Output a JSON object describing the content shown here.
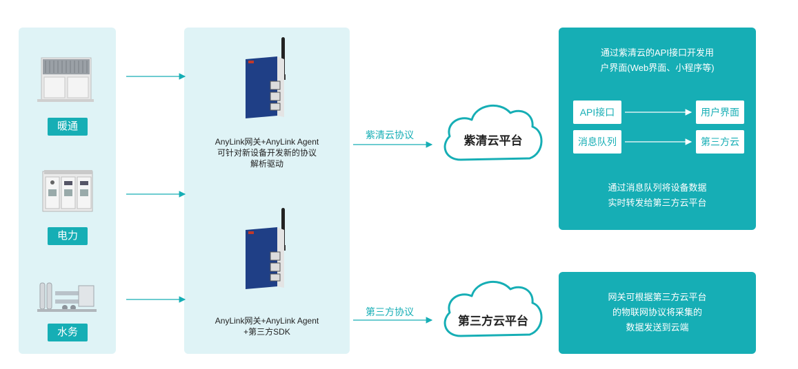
{
  "devices": [
    {
      "label": "暖通",
      "icon": "hvac-unit-icon"
    },
    {
      "label": "电力",
      "icon": "power-cabinet-icon"
    },
    {
      "label": "水务",
      "icon": "water-treatment-icon"
    }
  ],
  "gateways": [
    {
      "lines": [
        "AnyLink网关+AnyLink Agent",
        "可针对新设备开发新的协议",
        "解析驱动"
      ]
    },
    {
      "lines": [
        "AnyLink网关+AnyLink Agent",
        "+第三方SDK"
      ]
    }
  ],
  "protocols": [
    "紫清云协议",
    "第三方协议"
  ],
  "clouds": [
    "紫清云平台",
    "第三方云平台"
  ],
  "panel_top": {
    "desc_lines": [
      "通过紫清云的API接口开发用",
      "户界面(Web界面、小程序等)"
    ],
    "flows": [
      {
        "from": "API接口",
        "to": "用户界面"
      },
      {
        "from": "消息队列",
        "to": "第三方云"
      }
    ],
    "footer_lines": [
      "通过消息队列将设备数据",
      "实时转发给第三方云平台"
    ]
  },
  "panel_bottom": {
    "desc_lines": [
      "网关可根据第三方云平台",
      "的物联网协议将采集的",
      "数据发送到云端"
    ]
  },
  "colors": {
    "accent": "#16aeb5",
    "panel_light": "#dff3f6"
  }
}
